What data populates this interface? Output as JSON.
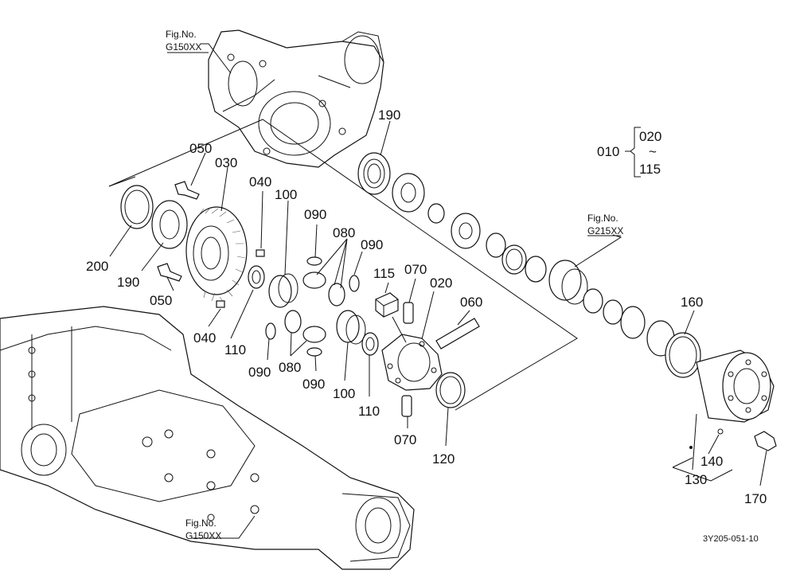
{
  "diagram": {
    "code": "3Y205-051-10",
    "fig_refs": [
      {
        "no_label": "Fig.No.",
        "ref": "G150XX"
      },
      {
        "no_label": "Fig.No.",
        "ref": "G215XX"
      },
      {
        "no_label": "Fig.No.",
        "ref": "G150XX"
      }
    ],
    "range": {
      "main": "010",
      "from": "020",
      "tilde": "~",
      "to": "115"
    },
    "parts": [
      "190",
      "050",
      "030",
      "040",
      "100",
      "090",
      "080",
      "090",
      "200",
      "190",
      "050",
      "040",
      "115",
      "070",
      "020",
      "060",
      "110",
      "090",
      "080",
      "090",
      "100",
      "110",
      "070",
      "120",
      "160",
      "140",
      "130",
      "170"
    ]
  }
}
